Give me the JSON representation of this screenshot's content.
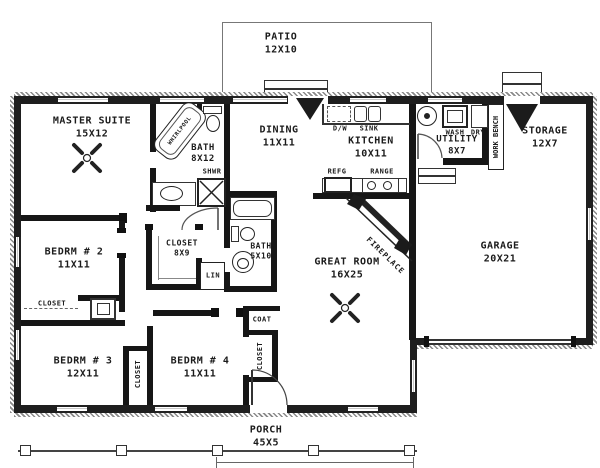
{
  "rooms": {
    "master": {
      "name": "MASTER SUITE",
      "dims": "15X12"
    },
    "master_bath": {
      "name": "BATH",
      "dims": "8X12"
    },
    "dining": {
      "name": "DINING",
      "dims": "11X11"
    },
    "kitchen": {
      "name": "KITCHEN",
      "dims": "10X11"
    },
    "utility": {
      "name": "UTILITY",
      "dims": "8X7"
    },
    "storage": {
      "name": "STORAGE",
      "dims": "12X7"
    },
    "garage": {
      "name": "GARAGE",
      "dims": "20X21"
    },
    "great_room": {
      "name": "GREAT ROOM",
      "dims": "16X25"
    },
    "bedroom2": {
      "name": "BEDRM # 2",
      "dims": "11X11"
    },
    "closet89": {
      "name": "CLOSET",
      "dims": "8X9"
    },
    "hall_bath": {
      "name": "BATH",
      "dims": "5X10"
    },
    "bedroom3": {
      "name": "BEDRM # 3",
      "dims": "12X11"
    },
    "bedroom4": {
      "name": "BEDRM # 4",
      "dims": "11X11"
    },
    "patio": {
      "name": "PATIO",
      "dims": "12X10"
    },
    "porch": {
      "name": "PORCH",
      "dims": "45X5"
    }
  },
  "fixtures": {
    "whirlpool": "WHIRLPOOL",
    "shower": "SHWR",
    "linen": "LIN",
    "coat": "COAT",
    "closet": "CLOSET",
    "dishwasher": "D/W",
    "sink": "SINK",
    "refrigerator": "REFG",
    "range": "RANGE",
    "washer": "WASH",
    "dryer": "DRY",
    "work_bench": "WORK BENCH",
    "fireplace": "FIREPLACE"
  },
  "colors": {
    "ink": "#1b1b1b",
    "paper": "#ffffff"
  }
}
